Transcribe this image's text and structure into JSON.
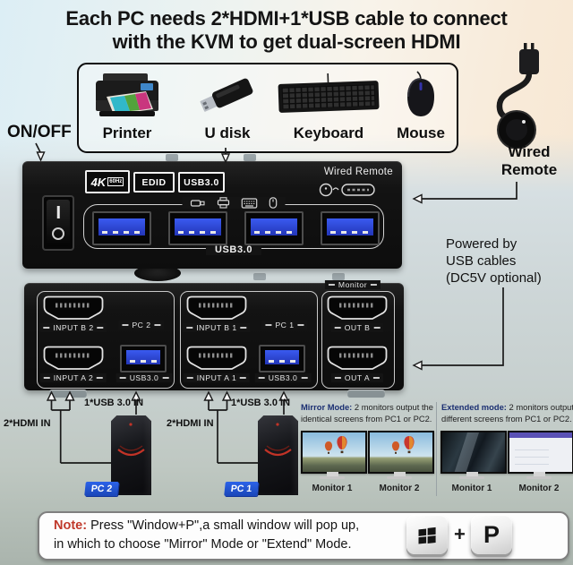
{
  "title": {
    "line1": "Each PC needs 2*HDMI+1*USB cable to connect",
    "line2": "with the KVM to get dual-screen HDMI"
  },
  "peripheral_box": {
    "printer_label": "Printer",
    "udisk_label": "U disk",
    "keyboard_label": "Keyboard",
    "mouse_label": "Mouse"
  },
  "annotations": {
    "on_off": "ON/OFF",
    "wired_remote_label": "Wired Remote",
    "powered_by_line1": "Powered by",
    "powered_by_line2": "USB cables",
    "powered_by_line3": "(DC5V optional)",
    "hdmi_in_pc2": "2*HDMI IN",
    "usb_in_pc2": "1*USB 3.0 IN",
    "hdmi_in_pc1": "2*HDMI IN",
    "usb_in_pc1": "1*USB 3.0 IN",
    "pc2_badge": "PC 2",
    "pc1_badge": "PC 1"
  },
  "kvm_top": {
    "badge_4k": "4K",
    "badge_4k_sub": "60Hz",
    "badge_edid": "EDID",
    "badge_usb3": "USB3.0",
    "wired_remote_label": "Wired Remote",
    "usb_group_label": "USB3.0"
  },
  "kvm_bottom": {
    "monitor_label": "Monitor",
    "input_b2": "INPUT B 2",
    "pc2": "PC 2",
    "input_a2": "INPUT A 2",
    "usb3_pc2": "USB3.0",
    "input_b1": "INPUT B 1",
    "pc1": "PC 1",
    "input_a1": "INPUT A 1",
    "usb3_pc1": "USB3.0",
    "out_b": "OUT B",
    "out_a": "OUT A"
  },
  "modes": {
    "mirror": {
      "title": "Mirror Mode:",
      "desc_line1": "2 monitors output the",
      "desc_line2": "identical screens from PC1 or PC2.",
      "monitor1": "Monitor 1",
      "monitor2": "Monitor 2"
    },
    "extended": {
      "title": "Extended mode:",
      "desc_line1": "2 monitors output",
      "desc_line2": "different screens from PC1 or PC2.",
      "monitor1": "Monitor 1",
      "monitor2": "Monitor 2"
    }
  },
  "note": {
    "prefix": "Note:",
    "line1": "Press \"Window+P\",a small window will pop up,",
    "line2": "in which to choose \"Mirror\" Mode or \"Extend\" Mode.",
    "plus": "+",
    "key_p": "P"
  },
  "colors": {
    "usb_port_blue": "#2b49d6",
    "pc_badge_blue": "#1e50cf",
    "note_red": "#c0392b",
    "mode_title_navy": "#1b2f72"
  }
}
